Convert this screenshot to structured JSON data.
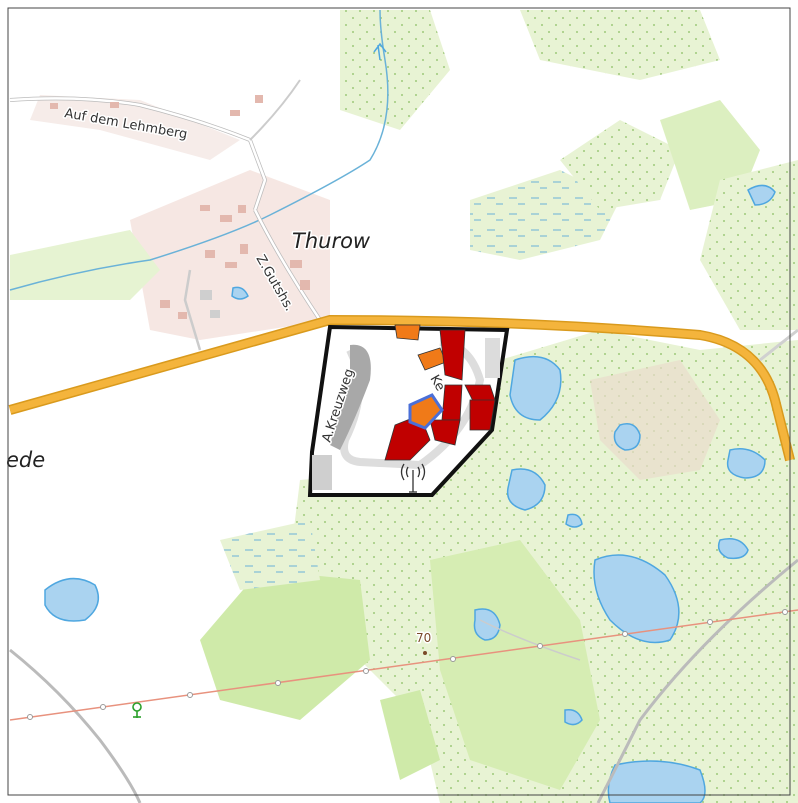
{
  "map": {
    "places": {
      "thurow": "Thurow",
      "west_partial": "ede"
    },
    "streets": {
      "auf_dem_lehmberg": "Auf dem Lehmberg",
      "z_gutshs": "Z.Gutshs.",
      "a_kreuzweg": "A.Kreuzweg",
      "kep": "Ke"
    },
    "elevation": {
      "value": "70"
    },
    "icons": [
      "antenna-icon",
      "tree-icon",
      "spring-arrow-icon"
    ],
    "colors": {
      "land": "#ffffff",
      "meadow": "#dff0c4",
      "forest_park": "#cfeaa9",
      "water": "#aad3f0",
      "water_edge": "#4fa7e0",
      "main_road": "#f4b43c",
      "main_road_casing": "#d99a1d",
      "boundary": "#111111",
      "residential": "#f2dcd8",
      "building_red": "#c00000",
      "building_orange": "#f07a18",
      "highlight_outline": "#4a6fd8",
      "power_line": "#e8927e",
      "scrub": "#e9dccc",
      "buildings_grey": "#d0d0d0"
    }
  }
}
